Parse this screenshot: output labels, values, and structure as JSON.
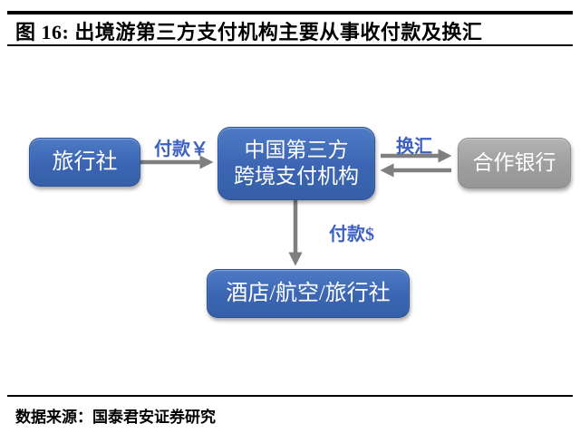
{
  "header": {
    "title": "图 16: 出境游第三方支付机构主要从事收付款及换汇"
  },
  "diagram": {
    "nodes": {
      "travel_agency": {
        "label": "旅行社"
      },
      "payment_institution": {
        "label_line1": "中国第三方",
        "label_line2": "跨境支付机构"
      },
      "partner_bank": {
        "label": "合作银行"
      },
      "merchants": {
        "label": "酒店/航空/旅行社"
      }
    },
    "edges": {
      "pay_cny": {
        "label": "付款￥"
      },
      "exchange": {
        "label": "换汇"
      },
      "pay_usd": {
        "label": "付款$"
      }
    },
    "colors": {
      "node_blue": "#3B65B2",
      "node_gray": "#9E9E9E",
      "arrow": "#7F7F7F",
      "edge_label": "#3E60C1"
    }
  },
  "footer": {
    "source": "数据来源：国泰君安证券研究"
  }
}
